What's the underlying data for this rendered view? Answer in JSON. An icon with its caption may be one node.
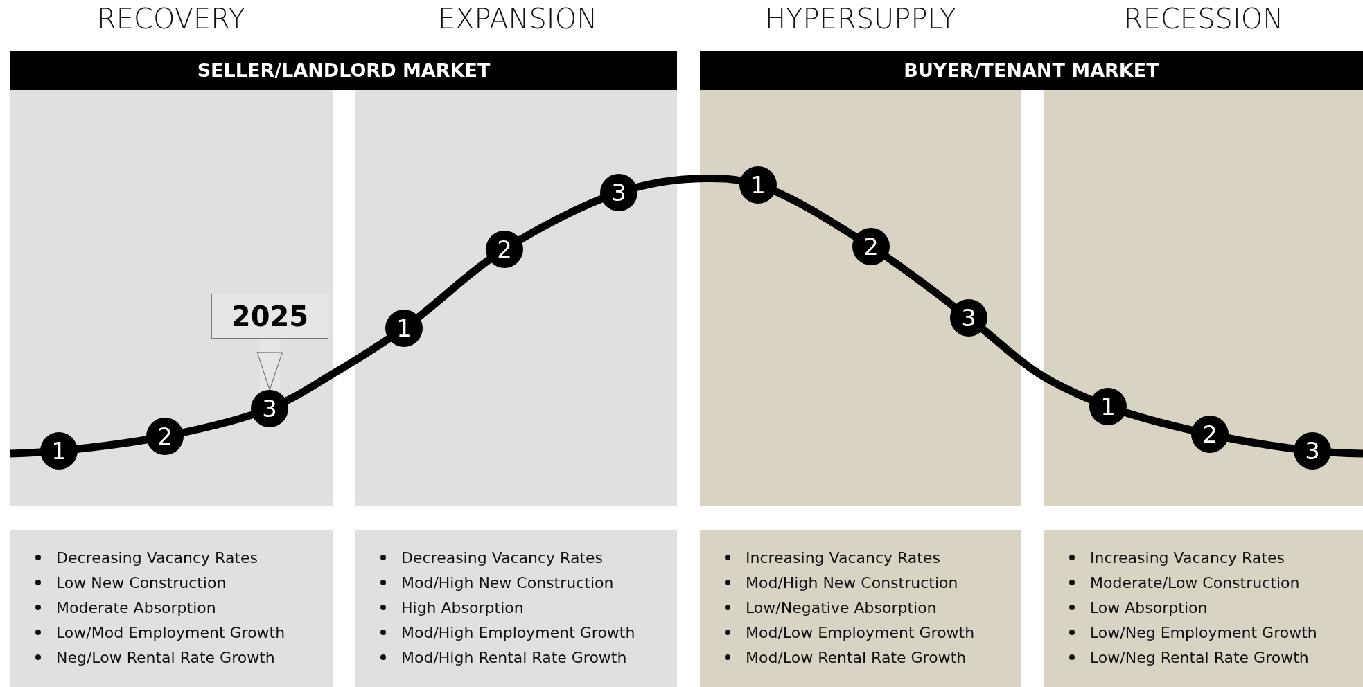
{
  "diagram": {
    "nodes": [
      {
        "text": [
          "SELLER/LANDLORD MARKET"
        ]
      },
      {
        "text": [
          "BUYER/TENANT MARKET"
        ]
      },
      {
        "text": [],
        "shape": "box"
      },
      {
        "text": [],
        "shape": "box"
      },
      {
        "text": [],
        "shape": "box"
      },
      {
        "text": [],
        "shape": "box"
      },
      {
        "text": [
          "1"
        ],
        "in": 2
      },
      {
        "text": [
          "2"
        ],
        "in": 2
      },
      {
        "text": [
          "3"
        ],
        "in": 2
      },
      {
        "text": [
          "1"
        ],
        "in": 3
      },
      {
        "text": [
          "2"
        ],
        "in": 3
      },
      {
        "text": [
          "3"
        ],
        "in": 3
      },
      {
        "text": [
          "1"
        ],
        "in": 4
      },
      {
        "text": [
          "2"
        ],
        "in": 4
      },
      {
        "text": [
          "3"
        ],
        "in": 4
      },
      {
        "text": [
          "1"
        ],
        "in": 5
      },
      {
        "text": [
          "2"
        ],
        "in": 5
      },
      {
        "text": [
          "3"
        ],
        "in": 5
      },
      {
        "text": [
          "2025"
        ],
        "in": 2
      },
      {
        "text": [
          "Decreasing Vacancy Rates",
          "Low New Construction",
          "Moderate Absorption",
          "Low/Mod Employment Growth",
          "Neg/Low Rental Rate Growth"
        ]
      },
      {
        "text": [
          "Decreasing Vacancy Rates",
          "Mod/High New Construction",
          "High Absorption",
          "Mod/High Employment Growth",
          "Mod/High Rental Rate Growth"
        ]
      },
      {
        "text": [
          "Increasing Vacancy Rates",
          "Mod/High New Construction",
          "Low/Negative Absorption",
          "Mod/Low Employment Growth",
          "Mod/Low Rental Rate Growth"
        ]
      },
      {
        "text": [
          "Increasing Vacancy Rates",
          "Moderate/Low Construction",
          "Low Absorption",
          "Low/Neg Employment Growth",
          "Low/Neg Rental Rate Growth"
        ]
      }
    ],
    "edges": [
      {
        "from": 18,
        "to": 8,
        "arrow": "to"
      }
    ],
    "labels": [
      "RECOVERY",
      "EXPANSION",
      "HYPERSUPPLY",
      "RECESSION"
    ]
  }
}
